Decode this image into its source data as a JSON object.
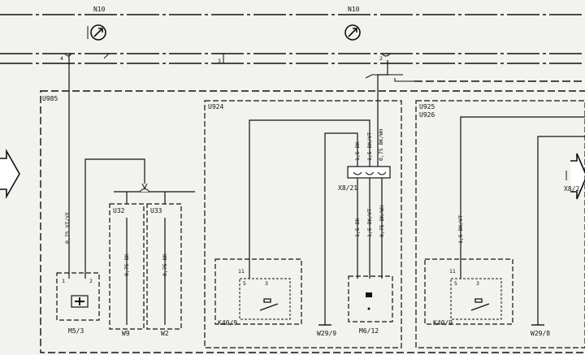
{
  "bus": {
    "left_label": "N10",
    "right_label": "N10",
    "pin_left": "4",
    "pin_mid": "3",
    "pin_right": "2"
  },
  "groups": {
    "u985": {
      "label": "U985"
    },
    "u924": {
      "label": "U924"
    },
    "u925": {
      "label_1": "U925",
      "label_2": "U926"
    }
  },
  "connector_x8_21": {
    "label": "X8/21"
  },
  "connector_x8_right": {
    "label": "X8/2"
  },
  "sub_boxes": {
    "u32": {
      "label": "U32",
      "wire": "0,75 BK",
      "ground": "W9"
    },
    "u33": {
      "label": "U33",
      "wire": "0,75 BK",
      "ground": "W2"
    }
  },
  "components": {
    "m5_3": {
      "label": "M5/3",
      "wire": "0,75 VT/YE",
      "pin_1": "1",
      "pin_2": "2"
    },
    "k40_9_a": {
      "label": "K40/9",
      "tag": "11",
      "pin_a": "5",
      "pin_b": "3"
    },
    "k40_9_b": {
      "label": "K40/9",
      "tag": "11",
      "pin_a": "5",
      "pin_b": "3"
    },
    "m6_12": {
      "label": "M6/12"
    }
  },
  "wires_u924": {
    "upper": [
      "1,5 BK",
      "1,5 BK/VT",
      "0,75 BK/WH"
    ],
    "lower": [
      "1,5 BK",
      "1,5 BK/VT",
      "0,75 BK/WH"
    ]
  },
  "wire_u925": {
    "label": "1,5 BK/VT"
  },
  "grounds": {
    "w29_9": "W29/9",
    "w29_8": "W29/8"
  },
  "arrows": {
    "left": "left-arrow",
    "right": "right-arrow"
  }
}
